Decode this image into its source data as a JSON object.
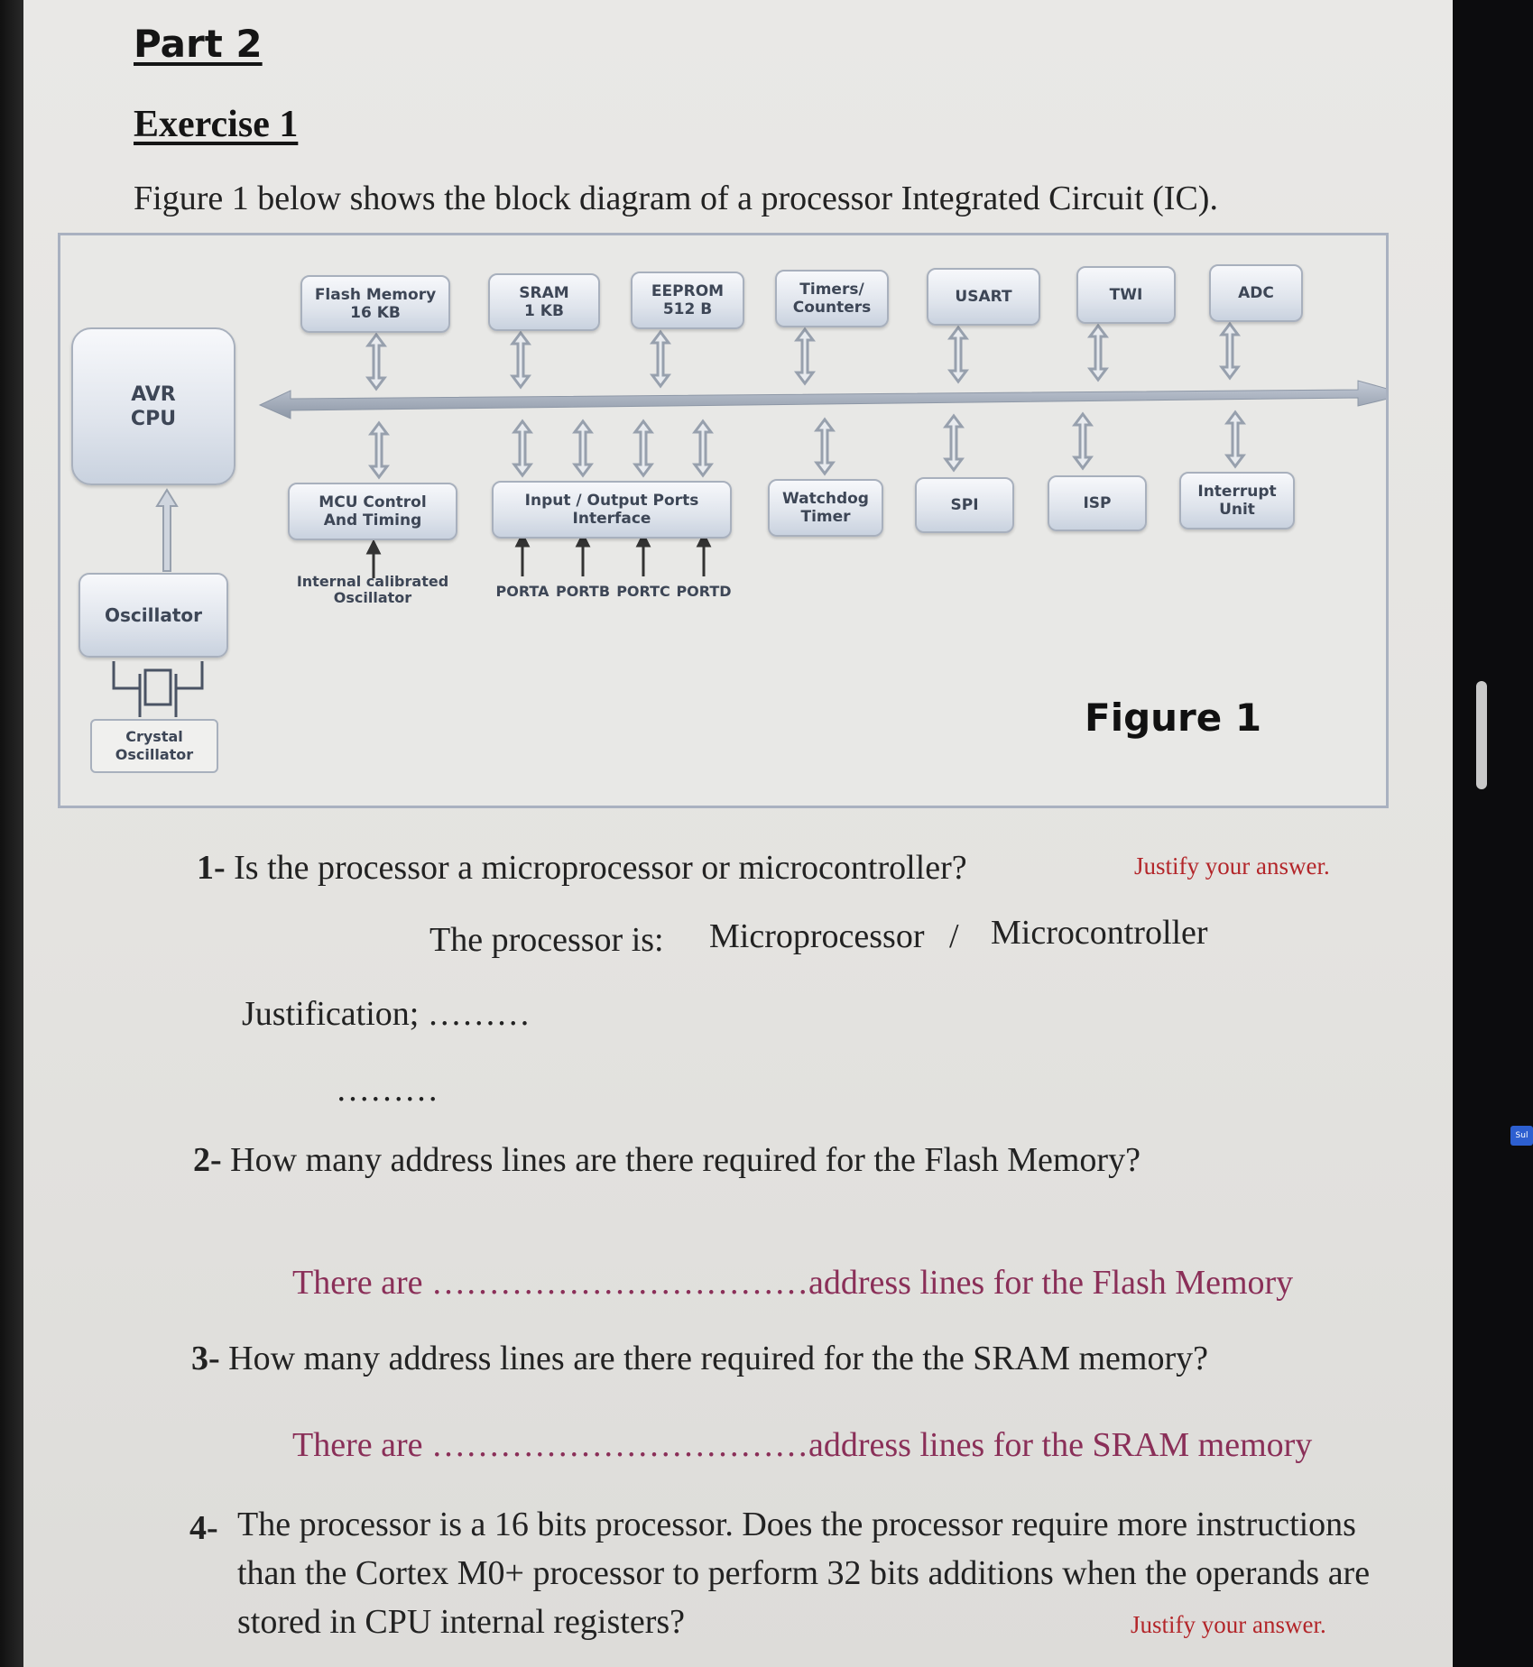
{
  "header": {
    "part_title": "Part 2",
    "exercise_title": "Exercise 1",
    "intro": "Figure 1 below shows the block diagram of a processor Integrated Circuit (IC)."
  },
  "diagram": {
    "cpu": [
      "AVR",
      "CPU"
    ],
    "oscillator": "Oscillator",
    "crystal": [
      "Crystal",
      "Oscillator"
    ],
    "top_blocks": {
      "flash": [
        "Flash Memory",
        "16 KB"
      ],
      "sram": [
        "SRAM",
        "1 KB"
      ],
      "eeprom": [
        "EEPROM",
        "512 B"
      ],
      "timers": [
        "Timers/",
        "Counters"
      ],
      "usart": [
        "USART"
      ],
      "twi": [
        "TWI"
      ],
      "adc": [
        "ADC"
      ]
    },
    "bottom_blocks": {
      "mcu": [
        "MCU Control",
        "And Timing"
      ],
      "io": [
        "Input / Output Ports",
        "Interface"
      ],
      "watchdog": [
        "Watchdog",
        "Timer"
      ],
      "spi": [
        "SPI"
      ],
      "isp": [
        "ISP"
      ],
      "interrupt": [
        "Interrupt",
        "Unit"
      ]
    },
    "internal_osc": [
      "Internal calibrated",
      "Oscillator"
    ],
    "ports": [
      "PORTA",
      "PORTB",
      "PORTC",
      "PORTD"
    ],
    "figure_label": "Figure 1",
    "colors": {
      "block_fill": "#dfe4ec",
      "block_border": "#a8b0bd",
      "arrow": "#9aa3b0"
    }
  },
  "questions": {
    "q1": {
      "number": "1-",
      "text": "Is the processor a microprocessor or microcontroller?",
      "note": "Justify your answer.",
      "answer_prefix": "The processor is:",
      "option_a": "Microprocessor",
      "separator": "/",
      "option_b": "Microcontroller",
      "justification": "Justification; ………",
      "dots": "………"
    },
    "q2": {
      "number": "2-",
      "text": "How many address lines are there required for the Flash Memory?",
      "answer_line": "There are ……………………………address lines for the Flash Memory"
    },
    "q3": {
      "number": "3-",
      "text": "How many address lines are there required for the the SRAM memory?",
      "answer_line": "There are ……………………………address lines for the SRAM memory"
    },
    "q4": {
      "number": "4-",
      "line1": "The processor is a 16 bits processor. Does the processor require more instructions",
      "line2": "than the Cortex M0+ processor to perform 32 bits additions when the operands are",
      "line3": "stored in CPU internal registers?",
      "note": "Justify your answer."
    }
  },
  "screen": {
    "side_button": "Sul"
  }
}
